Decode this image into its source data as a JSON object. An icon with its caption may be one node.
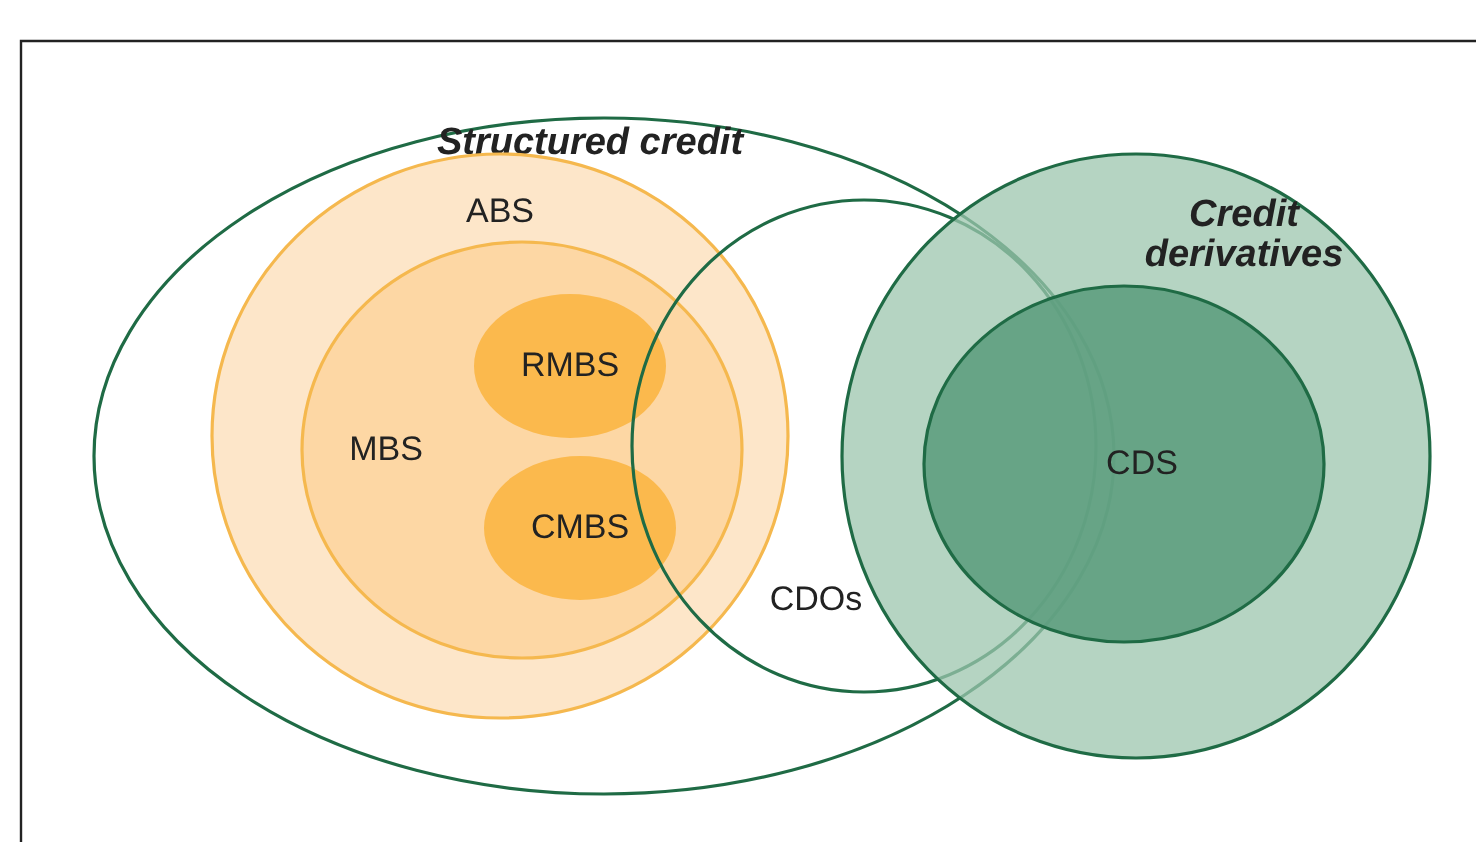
{
  "diagram": {
    "nodes": [
      {
        "text": [
          "Structured credit"
        ]
      },
      {
        "text": [
          "ABS"
        ],
        "in": 0
      },
      {
        "text": [
          "MBS"
        ],
        "in": 1
      },
      {
        "text": [
          "RMBS"
        ],
        "in": 2
      },
      {
        "text": [
          "CMBS"
        ],
        "in": 2
      },
      {
        "text": [
          "CDOs"
        ],
        "in": 0
      },
      {
        "text": [
          "Credit derivatives"
        ]
      },
      {
        "text": [
          "CDS"
        ],
        "in": 6
      }
    ]
  }
}
